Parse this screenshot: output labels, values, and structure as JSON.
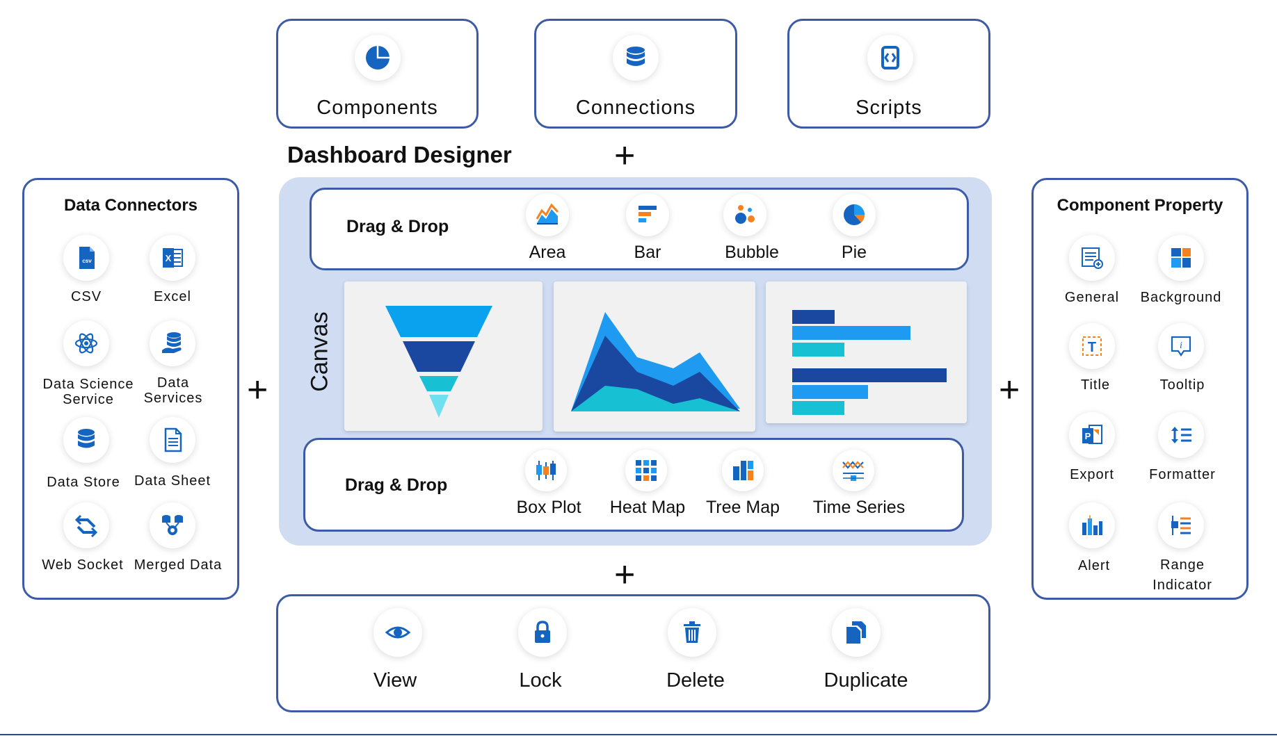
{
  "top": {
    "components": "Components",
    "connections": "Connections",
    "scripts": "Scripts"
  },
  "title": "Dashboard Designer",
  "plus": "+",
  "data_connectors": {
    "heading": "Data Connectors",
    "items": [
      "CSV",
      "Excel",
      "Data Science Service",
      "Data Services",
      "Data Store",
      "Data Sheet",
      "Web Socket",
      "Merged Data"
    ],
    "csv_badge": "csv",
    "excel_badge": "X"
  },
  "canvas": {
    "label": "Canvas",
    "drag_drop_top": {
      "heading": "Drag & Drop",
      "items": [
        "Area",
        "Bar",
        "Bubble",
        "Pie"
      ]
    },
    "drag_drop_bottom": {
      "heading": "Drag & Drop",
      "items": [
        "Box Plot",
        "Heat Map",
        "Tree Map",
        "Time Series"
      ]
    }
  },
  "component_property": {
    "heading": "Component Property",
    "items": [
      "General",
      "Background",
      "Title",
      "Tooltip",
      "Export",
      "Formatter",
      "Alert",
      "Range Indicator"
    ],
    "title_badge": "T",
    "tooltip_badge": "i",
    "export_badge": "P"
  },
  "actions": {
    "items": [
      "View",
      "Lock",
      "Delete",
      "Duplicate"
    ]
  },
  "colors": {
    "border": "#3d5aa6",
    "primary_blue": "#1565c0",
    "light_blue": "#1e9bf0",
    "dark_blue": "#1a47a0",
    "teal": "#17c0d3",
    "orange": "#f5821f",
    "canvas_bg": "#cfdcf2"
  }
}
